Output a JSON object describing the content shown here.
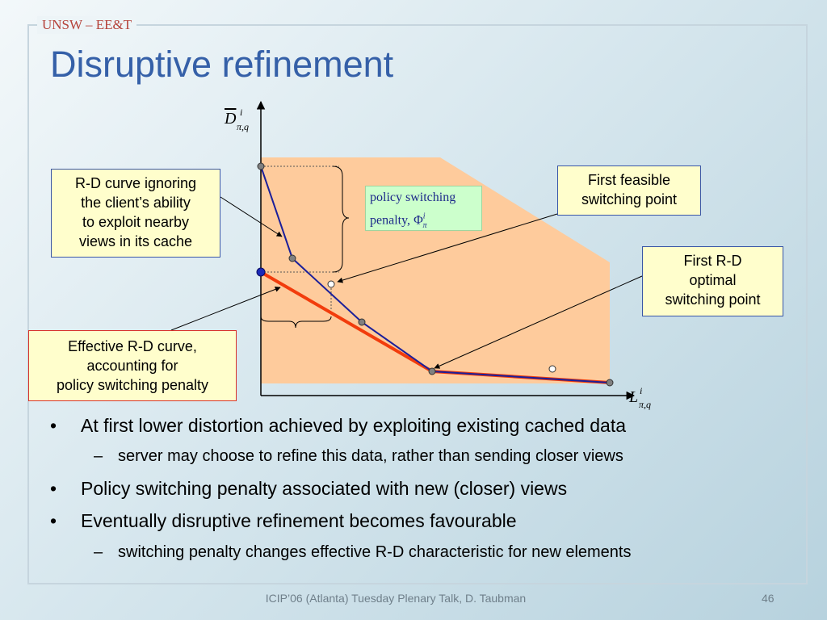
{
  "header": {
    "tag": "UNSW – EE&T"
  },
  "title": "Disruptive refinement",
  "diagram": {
    "y_axis": {
      "symbol": "D",
      "sup": "i",
      "sub": "π,q"
    },
    "x_axis": {
      "symbol": "L",
      "sup": "i",
      "sub": "π,q"
    },
    "penalty_box": {
      "line1": "policy switching",
      "line2": "penalty,",
      "symbol": "Φ",
      "symbol_sup": "i",
      "symbol_sub": "π"
    },
    "callouts": {
      "rd_ignoring": [
        "R-D curve ignoring",
        "the client’s ability",
        "to exploit nearby",
        "views in its cache"
      ],
      "effective": [
        "Effective R-D curve,",
        "accounting for",
        "policy switching penalty"
      ],
      "first_feasible": [
        "First feasible",
        "switching point"
      ],
      "first_optimal": [
        "First R-D",
        "optimal",
        "switching point"
      ]
    },
    "colors": {
      "region_fill": "#fecb9c",
      "naive_curve": "#1b1f9a",
      "effective_curve": "#f23c0c",
      "callout_fill": "#fffecc",
      "penalty_fill": "#ccffcc"
    }
  },
  "bullets": [
    {
      "level": 1,
      "mark": "•",
      "text": "At first lower distortion achieved by exploiting existing cached data"
    },
    {
      "level": 2,
      "mark": "–",
      "text": "server may choose to refine this data, rather than sending closer views"
    },
    {
      "level": 1,
      "mark": "•",
      "text": "Policy switching penalty associated with new (closer) views"
    },
    {
      "level": 1,
      "mark": "•",
      "text": "Eventually disruptive refinement becomes favourable"
    },
    {
      "level": 2,
      "mark": "–",
      "text": "switching penalty changes effective R-D characteristic for new elements"
    }
  ],
  "footer": {
    "text": "ICIP’06 (Atlanta) Tuesday Plenary Talk, D. Taubman",
    "page": "46"
  }
}
